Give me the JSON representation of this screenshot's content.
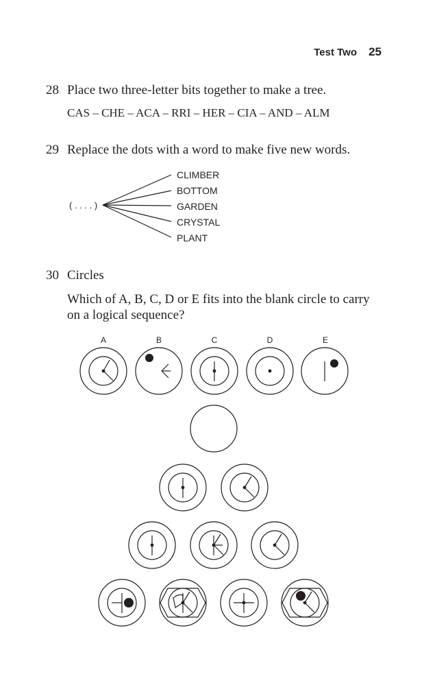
{
  "header": {
    "test_name": "Test Two",
    "page_number": "25"
  },
  "q28": {
    "number": "28",
    "prompt": "Place two three-letter bits together to make a tree.",
    "options": "CAS – CHE – ACA – RRI – HER – CIA – AND – ALM"
  },
  "q29": {
    "number": "29",
    "prompt": "Replace the dots with a word to make five new words.",
    "placeholder": "( . . . . )",
    "words": [
      "CLIMBER",
      "BOTTOM",
      "GARDEN",
      "CRYSTAL",
      "PLANT"
    ]
  },
  "q30": {
    "number": "30",
    "title": "Circles",
    "prompt_line1": "Which of A, B, C, D or E fits into the blank circle to carry",
    "prompt_line2": "on a logical sequence?",
    "option_letters": [
      "A",
      "B",
      "C",
      "D",
      "E"
    ]
  }
}
